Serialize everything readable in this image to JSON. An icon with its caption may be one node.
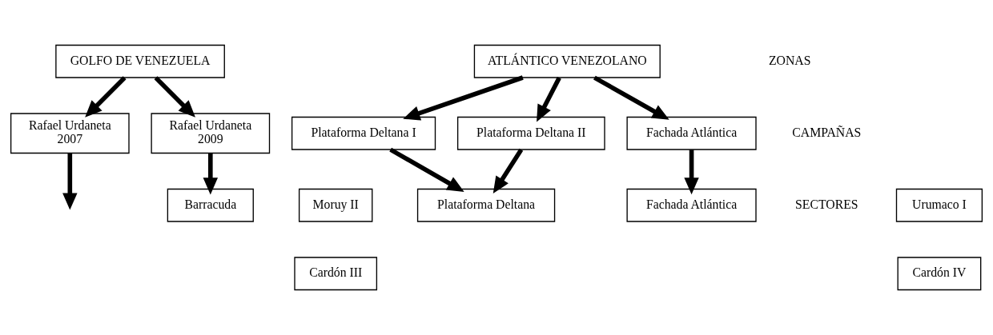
{
  "diagram": {
    "nodes": [
      {
        "text": [
          "GOLFO DE VENEZUELA"
        ]
      },
      {
        "text": [
          "ATLÁNTICO VENEZOLANO"
        ]
      },
      {
        "text": [
          "Rafael Urdaneta",
          "2007"
        ]
      },
      {
        "text": [
          "Rafael Urdaneta",
          "2009"
        ]
      },
      {
        "text": [
          "Plataforma Deltana I"
        ]
      },
      {
        "text": [
          "Plataforma Deltana II"
        ]
      },
      {
        "text": [
          "Fachada Atlántica"
        ]
      },
      {
        "text": [
          "Moruy II"
        ]
      },
      {
        "text": [
          "Urumaco I"
        ]
      },
      {
        "text": [
          "Barracuda"
        ]
      },
      {
        "text": [
          "Cardón III"
        ]
      },
      {
        "text": [
          "Cardón IV"
        ]
      },
      {
        "text": [
          "Plataforma Deltana"
        ]
      },
      {
        "text": [
          "Fachada Atlántica"
        ]
      }
    ],
    "edges": [
      {
        "from": 0,
        "to": 2,
        "arrow": "to"
      },
      {
        "from": 0,
        "to": 3,
        "arrow": "to"
      },
      {
        "from": 1,
        "to": 4,
        "arrow": "to"
      },
      {
        "from": 1,
        "to": 5,
        "arrow": "to"
      },
      {
        "from": 1,
        "to": 6,
        "arrow": "to"
      },
      {
        "from": 2,
        "to": null,
        "arrow": "to"
      },
      {
        "from": 3,
        "to": 9,
        "arrow": "to"
      },
      {
        "from": 4,
        "to": 12,
        "arrow": "to"
      },
      {
        "from": 5,
        "to": 12,
        "arrow": "to"
      },
      {
        "from": 6,
        "to": 13,
        "arrow": "to"
      }
    ],
    "labels": [
      "ZONAS",
      "CAMPAÑAS",
      "SECTORES"
    ]
  }
}
